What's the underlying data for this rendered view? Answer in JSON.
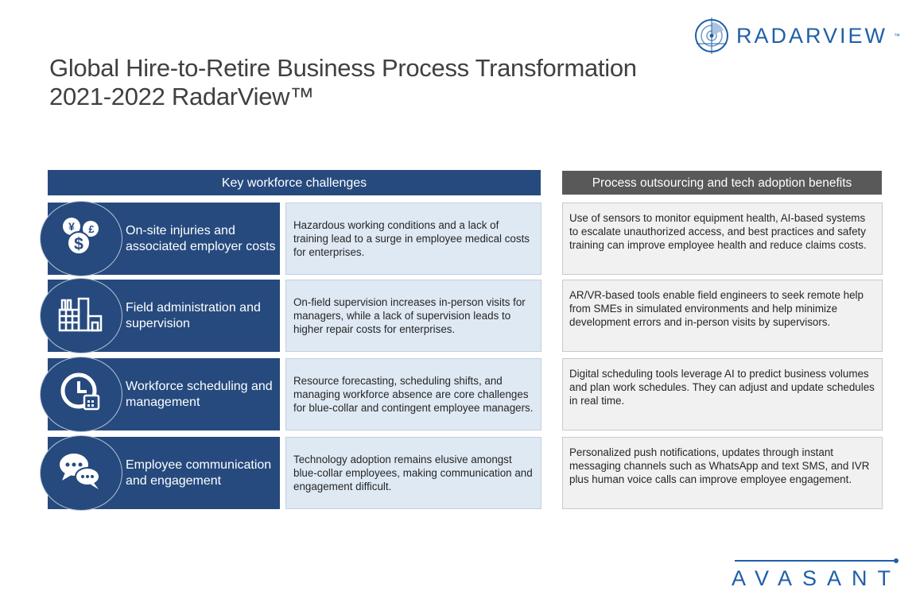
{
  "title_line1": "Global Hire-to-Retire Business Process Transformation",
  "title_line2": "2021-2022 RadarView™",
  "logo_radarview": {
    "text": "RADARVIEW",
    "tm": "™"
  },
  "logo_avasant": "AVASANT",
  "headers": {
    "left": "Key workforce challenges",
    "right": "Process outsourcing and tech adoption benefits"
  },
  "rows": [
    {
      "icon": "currency-coins-icon",
      "category": "On-site injuries and associated employer costs",
      "challenge": "Hazardous working conditions and a lack of training lead to a surge in employee medical costs for enterprises.",
      "benefit": "Use of sensors to monitor equipment health, AI-based systems to escalate unauthorized access, and best practices and safety training can improve employee health and reduce claims costs."
    },
    {
      "icon": "factory-buildings-icon",
      "category": "Field administration and supervision",
      "challenge": "On-field supervision increases in-person visits for managers, while a lack of supervision leads to higher repair costs for enterprises.",
      "benefit": "AR/VR-based tools enable field engineers to seek remote help from SMEs in simulated environments and help minimize development errors and in-person visits by supervisors."
    },
    {
      "icon": "clock-calendar-icon",
      "category": "Workforce scheduling and management",
      "challenge": "Resource forecasting, scheduling shifts, and managing workforce absence are core challenges for blue-collar and contingent employee managers.",
      "benefit": "Digital scheduling tools leverage AI to predict business volumes and plan work schedules. They can adjust and update schedules in real time."
    },
    {
      "icon": "chat-bubbles-icon",
      "category": "Employee communication and engagement",
      "challenge": "Technology adoption remains elusive amongst blue-collar employees, making communication and engagement difficult.",
      "benefit": "Personalized push notifications, updates through instant messaging channels such as WhatsApp and text SMS, and IVR plus human voice calls can improve employee engagement."
    }
  ]
}
